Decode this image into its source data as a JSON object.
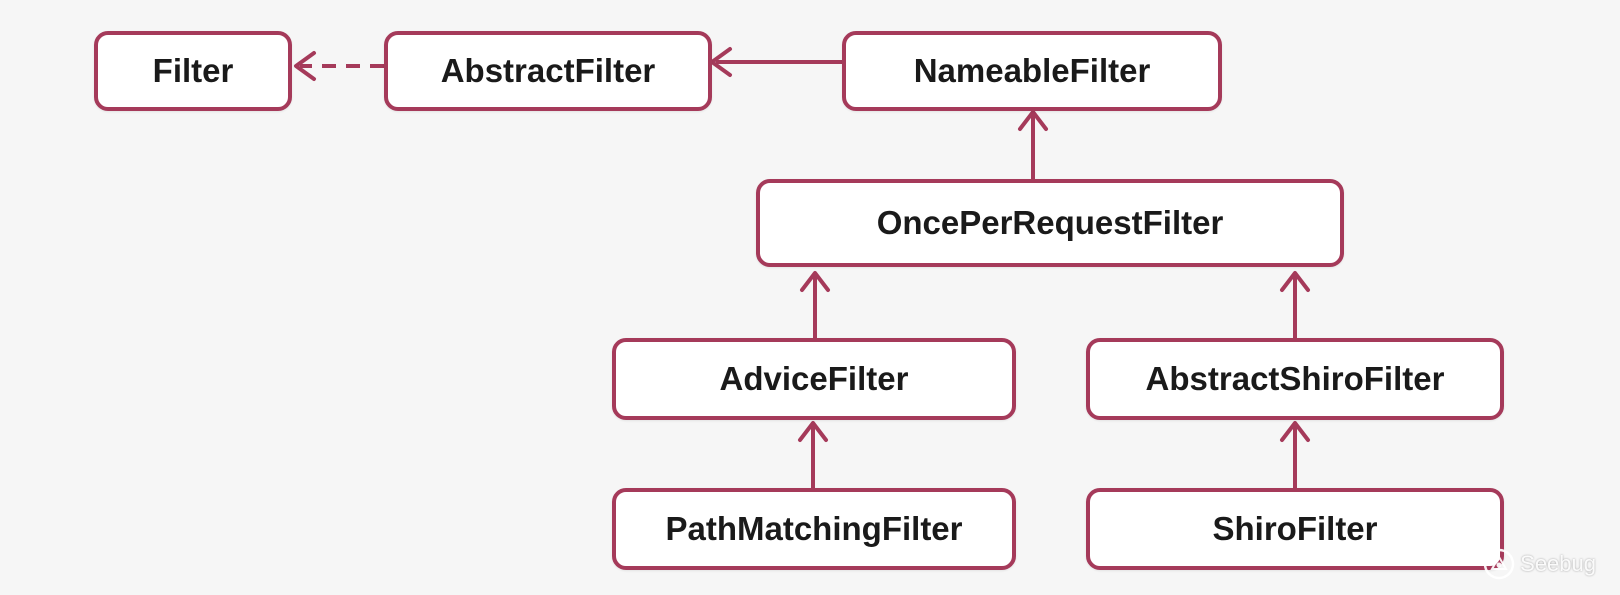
{
  "diagram": {
    "nodes": {
      "filter": "Filter",
      "abstract_filter": "AbstractFilter",
      "nameable_filter": "NameableFilter",
      "once_per_request_filter": "OncePerRequestFilter",
      "advice_filter": "AdviceFilter",
      "abstract_shiro_filter": "AbstractShiroFilter",
      "path_matching_filter": "PathMatchingFilter",
      "shiro_filter": "ShiroFilter"
    },
    "edges": [
      {
        "from": "AbstractFilter",
        "to": "Filter",
        "style": "dashed"
      },
      {
        "from": "NameableFilter",
        "to": "AbstractFilter",
        "style": "solid"
      },
      {
        "from": "OncePerRequestFilter",
        "to": "NameableFilter",
        "style": "solid"
      },
      {
        "from": "AdviceFilter",
        "to": "OncePerRequestFilter",
        "style": "solid"
      },
      {
        "from": "AbstractShiroFilter",
        "to": "OncePerRequestFilter",
        "style": "solid"
      },
      {
        "from": "PathMatchingFilter",
        "to": "AdviceFilter",
        "style": "solid"
      },
      {
        "from": "ShiroFilter",
        "to": "AbstractShiroFilter",
        "style": "solid"
      }
    ],
    "colors": {
      "border": "#a53a5a",
      "arrow": "#a53a5a",
      "node_fill": "#ffffff",
      "background": "#f6f6f6",
      "text": "#1a1a1a"
    }
  },
  "watermark": {
    "text": "Seebug",
    "icon": "seebug-logo-icon"
  }
}
